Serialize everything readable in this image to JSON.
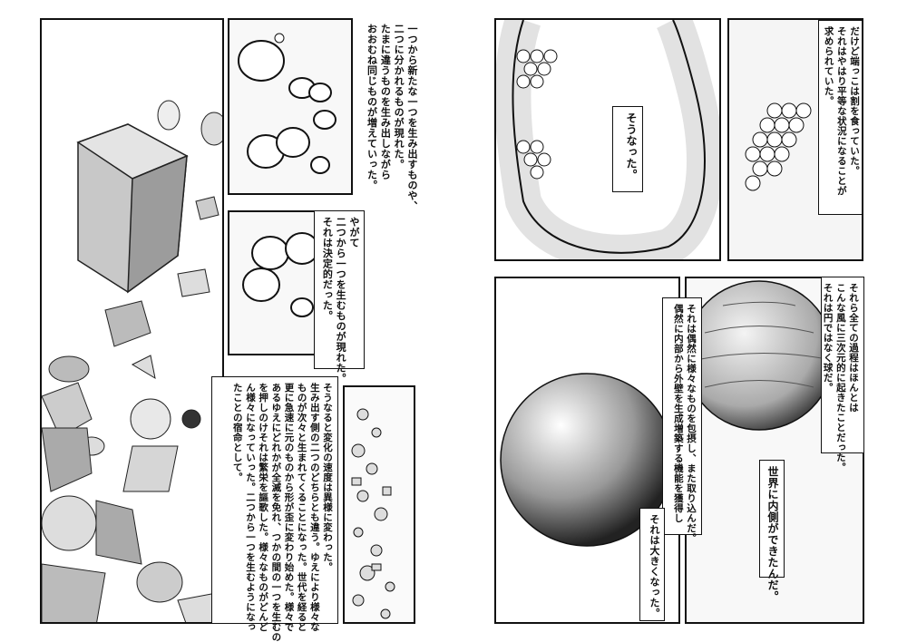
{
  "left_page": {
    "caption_1": "一つから新たな一つを生み出すものや、\n二つに分かれるものが現れた。\nたまに違うものを生み出しながら\nおおむね同じものが増えていった。",
    "caption_2": "やがて\n二つから一つを生むものが現れた。\nそれは決定的だった。",
    "caption_3": "そうなると変化の速度は異様に変わった。\n生み出す側の二つのどちらとも違う。ゆえにより様々な\nものが次々と生まれてくることになった。世代を経ると\n更に急速に元のものから形が歪に変わり始めた。様々で\nあるゆえにどれかが全滅を免れ、つかの間の一つを生むの\nを押しのけそれは繁栄を謳歌した。様々なものがどんど\nん様々になっていった。二つから一つを生むようになっ\nたことの宿命として。"
  },
  "right_page": {
    "caption_1": "そうなった。",
    "caption_2": "だけど端っこは割を食っていた。\nそれはやはり平等な状況になることが\n求められていた。",
    "caption_3": "それら全ての過程はほんとは\nこんな風に三次元的に起きたことだった。\nそれは円ではなく球だ。",
    "caption_4": "それは偶然に様々なものを包摂し、また取り込んだ。\n偶然に内部から外壁を生成増築する機能を獲得し",
    "caption_5": "それは大きくなった。",
    "caption_6": "世界に内側ができたんだ。"
  }
}
